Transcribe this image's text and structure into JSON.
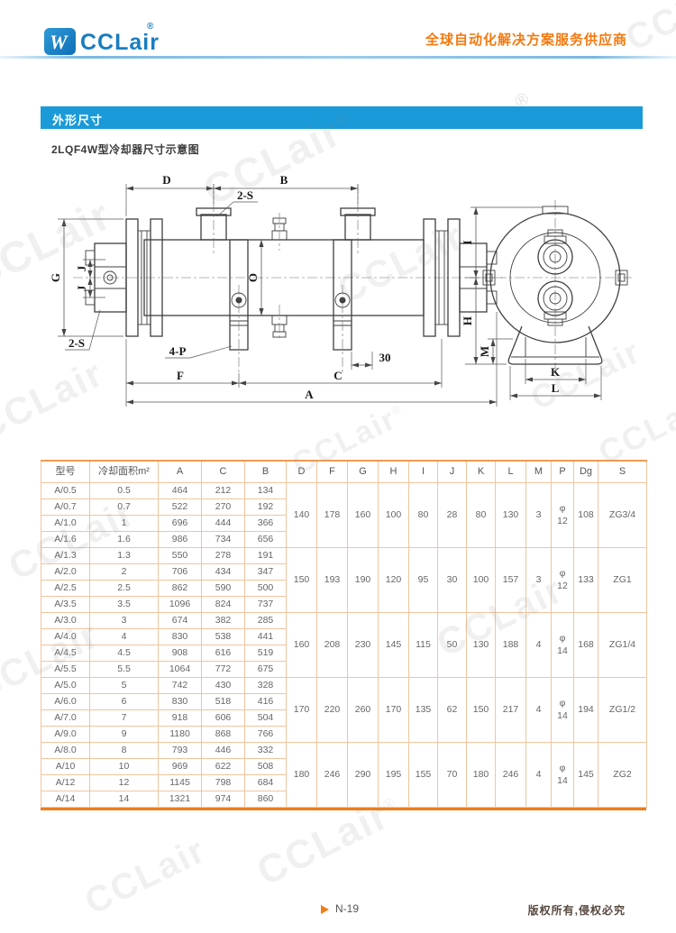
{
  "header": {
    "brand": "CCLair",
    "reg": "®",
    "tagline": "全球自动化解决方案服务供应商"
  },
  "section": {
    "title": "外形尺寸",
    "caption": "2LQF4W型冷却器尺寸示意图"
  },
  "drawing": {
    "labels": {
      "a": "A",
      "b": "B",
      "c": "C",
      "d": "D",
      "f": "F",
      "g": "G",
      "h": "H",
      "i": "I",
      "j": "J",
      "k": "K",
      "l": "L",
      "m": "M",
      "o": "O",
      "two_s": "2-S",
      "four_p": "4-P",
      "thirty": "30"
    }
  },
  "table": {
    "columns": [
      "型号",
      "冷却面积m²",
      "A",
      "C",
      "B",
      "D",
      "F",
      "G",
      "H",
      "I",
      "J",
      "K",
      "L",
      "M",
      "P",
      "Dg",
      "S"
    ],
    "groups": [
      {
        "rows": [
          [
            "A/0.5",
            "0.5",
            "464",
            "212",
            "134"
          ],
          [
            "A/0.7",
            "0.7",
            "522",
            "270",
            "192"
          ],
          [
            "A/1.0",
            "1",
            "696",
            "444",
            "366"
          ],
          [
            "A/1.6",
            "1.6",
            "986",
            "734",
            "656"
          ]
        ],
        "shared": [
          "140",
          "178",
          "160",
          "100",
          "80",
          "28",
          "80",
          "130",
          "3",
          "φ\n12",
          "108",
          "ZG3/4"
        ]
      },
      {
        "rows": [
          [
            "A/1.3",
            "1.3",
            "550",
            "278",
            "191"
          ],
          [
            "A/2.0",
            "2",
            "706",
            "434",
            "347"
          ],
          [
            "A/2.5",
            "2.5",
            "862",
            "590",
            "500"
          ],
          [
            "A/3.5",
            "3.5",
            "1096",
            "824",
            "737"
          ]
        ],
        "shared": [
          "150",
          "193",
          "190",
          "120",
          "95",
          "30",
          "100",
          "157",
          "3",
          "φ\n12",
          "133",
          "ZG1"
        ]
      },
      {
        "rows": [
          [
            "A/3.0",
            "3",
            "674",
            "382",
            "285"
          ],
          [
            "A/4.0",
            "4",
            "830",
            "538",
            "441"
          ],
          [
            "A/4.5",
            "4.5",
            "908",
            "616",
            "519"
          ],
          [
            "A/5.5",
            "5.5",
            "1064",
            "772",
            "675"
          ]
        ],
        "shared": [
          "160",
          "208",
          "230",
          "145",
          "115",
          "50",
          "130",
          "188",
          "4",
          "φ\n14",
          "168",
          "ZG1/4"
        ]
      },
      {
        "rows": [
          [
            "A/5.0",
            "5",
            "742",
            "430",
            "328"
          ],
          [
            "A/6.0",
            "6",
            "830",
            "518",
            "416"
          ],
          [
            "A/7.0",
            "7",
            "918",
            "606",
            "504"
          ],
          [
            "A/9.0",
            "9",
            "1180",
            "868",
            "766"
          ]
        ],
        "shared": [
          "170",
          "220",
          "260",
          "170",
          "135",
          "62",
          "150",
          "217",
          "4",
          "φ\n14",
          "194",
          "ZG1/2"
        ]
      },
      {
        "rows": [
          [
            "A/8.0",
            "8",
            "793",
            "446",
            "332"
          ],
          [
            "A/10",
            "10",
            "969",
            "622",
            "508"
          ],
          [
            "A/12",
            "12",
            "1145",
            "798",
            "684"
          ],
          [
            "A/14",
            "14",
            "1321",
            "974",
            "860"
          ]
        ],
        "shared": [
          "180",
          "246",
          "290",
          "195",
          "155",
          "70",
          "180",
          "246",
          "4",
          "φ\n14",
          "145",
          "ZG2"
        ]
      }
    ]
  },
  "footer": {
    "page": "N-19",
    "copyright": "版权所有,侵权必究"
  },
  "watermark": {
    "text": "CCLair",
    "reg": "®"
  }
}
